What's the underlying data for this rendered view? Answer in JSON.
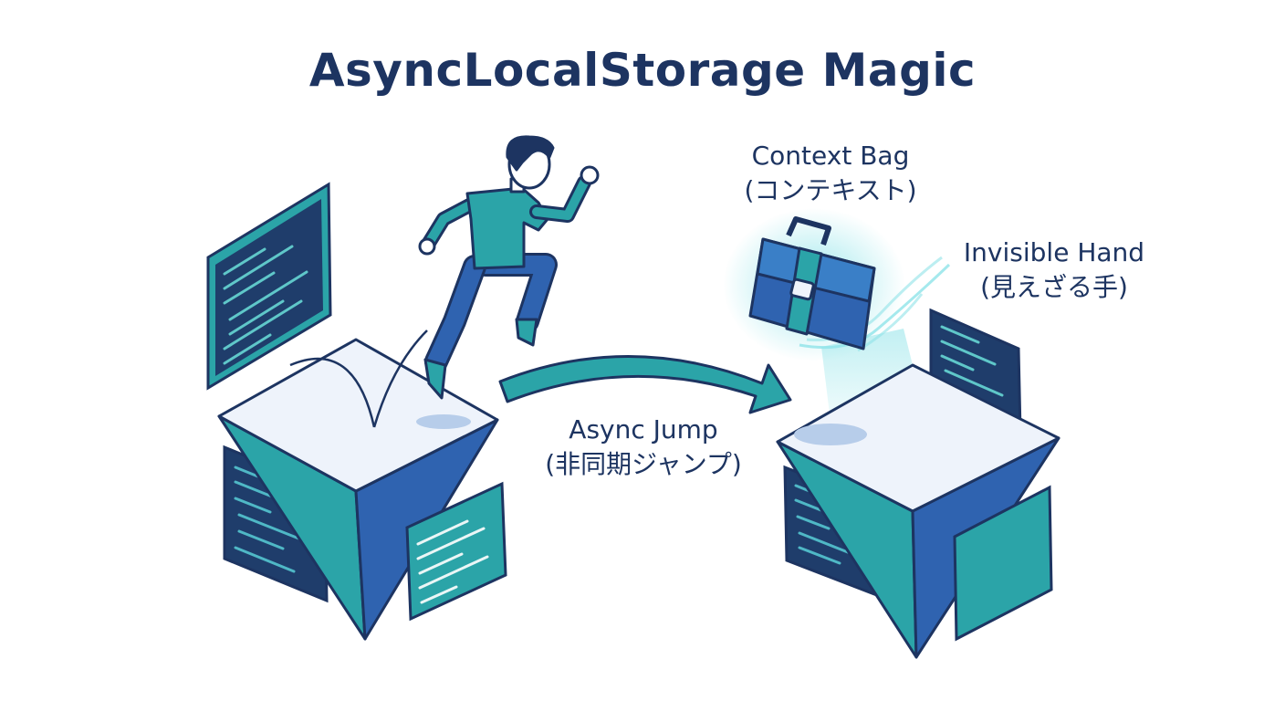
{
  "title": "AsyncLocalStorage Magic",
  "labels": {
    "context_bag": {
      "line1": "Context Bag",
      "line2": "(コンテキスト)"
    },
    "invisible_hand": {
      "line1": "Invisible Hand",
      "line2": "(見えざる手)"
    },
    "async_jump": {
      "line1": "Async Jump",
      "line2": "(非同期ジャンプ)"
    }
  },
  "colors": {
    "navy": "#1d3461",
    "teal": "#2ba4a8",
    "blue": "#2f63b0",
    "screen": "#1f3d6b",
    "top": "#eef3fb",
    "glow": "#7ee0e6"
  }
}
